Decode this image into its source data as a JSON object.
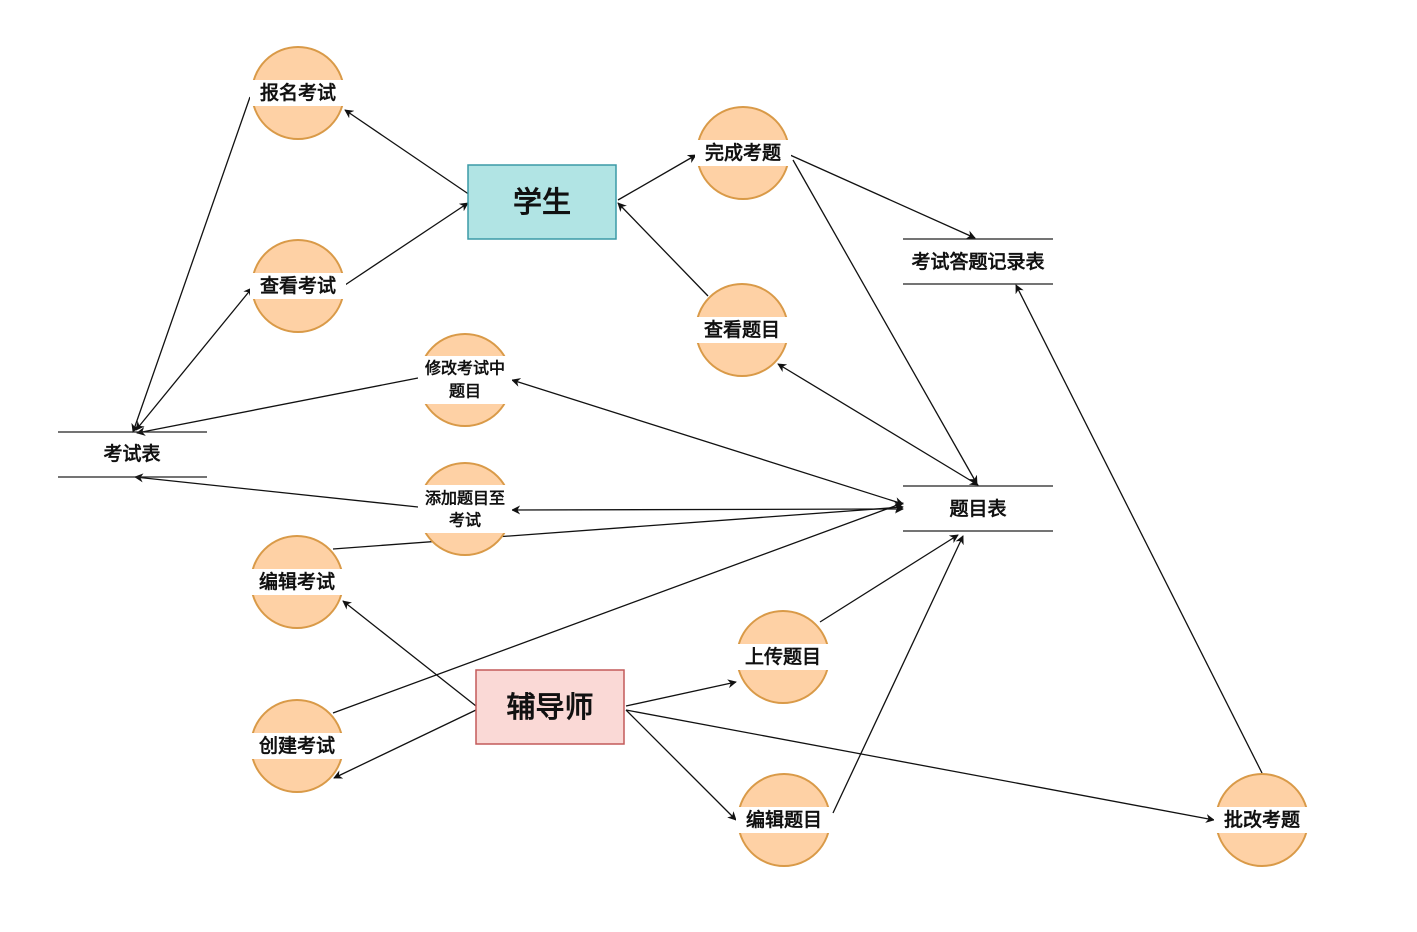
{
  "entities": {
    "student": {
      "label": "学生",
      "fill": "#b1e4e4",
      "stroke": "#3b9aa6"
    },
    "counselor": {
      "label": "辅导师",
      "fill": "#fad9d6",
      "stroke": "#c35a5a"
    }
  },
  "processes": {
    "register_exam": "报名考试",
    "view_exam": "查看考试",
    "modify_exam_question_1": "修改考试中",
    "modify_exam_question_2": "题目",
    "add_question_to_exam_1": "添加题目至",
    "add_question_to_exam_2": "考试",
    "edit_exam": "编辑考试",
    "create_exam": "创建考试",
    "complete_question": "完成考题",
    "view_question": "查看题目",
    "upload_question": "上传题目",
    "edit_question": "编辑题目",
    "grade_question": "批改考题"
  },
  "stores": {
    "exam_table": "考试表",
    "question_table": "题目表",
    "answer_record_table": "考试答题记录表"
  },
  "colors": {
    "process_fill": "#fed1a5",
    "process_stroke": "#d99a48",
    "line": "#111111"
  }
}
